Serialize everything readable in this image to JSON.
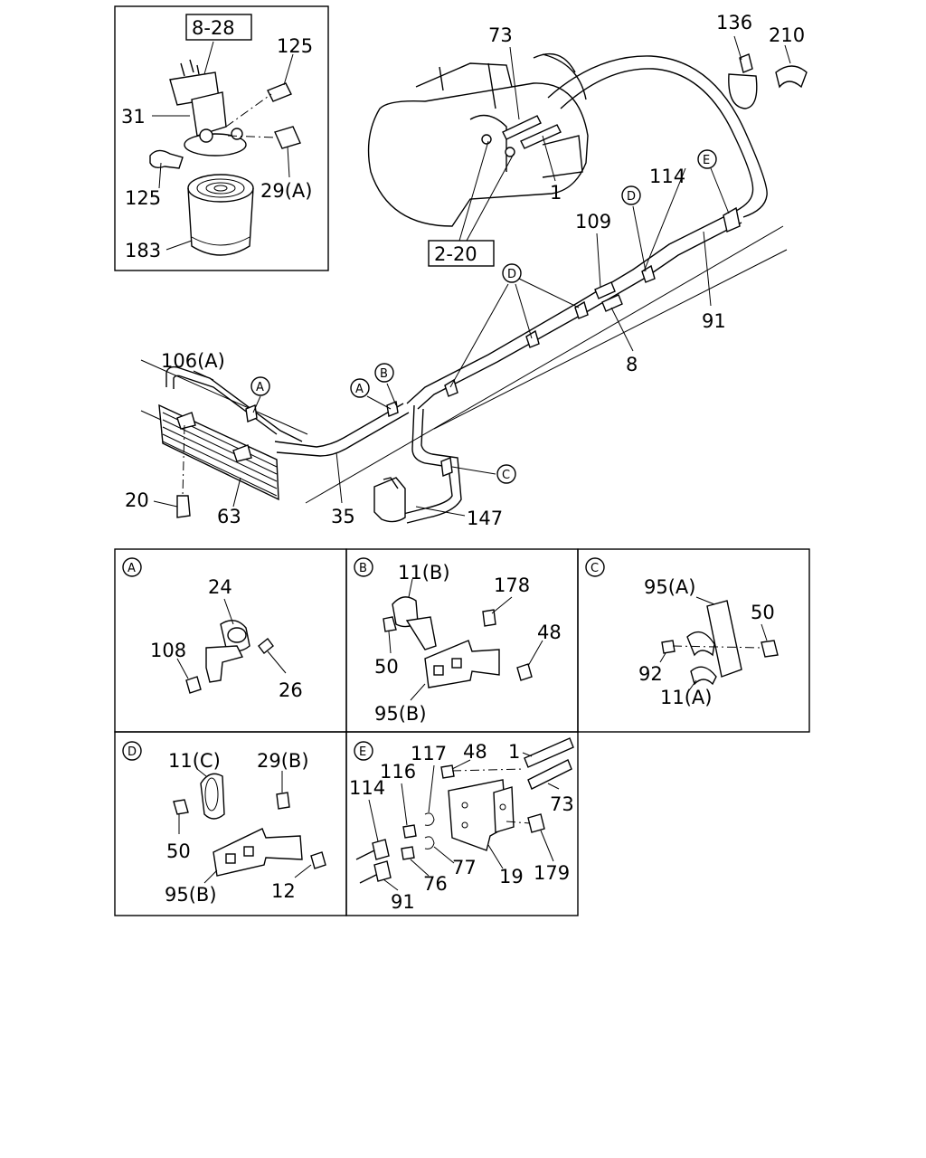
{
  "inset": {
    "ref_box": "8-28",
    "labels": {
      "p125_top": "125",
      "p31": "31",
      "p125_bottom": "125",
      "p29a": "29(A)",
      "p183": "183"
    }
  },
  "main": {
    "ref_box": "2-20",
    "labels": {
      "p73": "73",
      "p136": "136",
      "p210": "210",
      "p1": "1",
      "p114": "114",
      "p109": "109",
      "p91": "91",
      "p8": "8",
      "p106a": "106(A)",
      "p35": "35",
      "p20": "20",
      "p63": "63",
      "p147": "147"
    },
    "callouts": {
      "a1": "A",
      "a2": "A",
      "b": "B",
      "c": "C",
      "d1": "D",
      "d2": "D",
      "e": "E"
    }
  },
  "details": {
    "A": {
      "letter": "A",
      "labels": {
        "p24": "24",
        "p108": "108",
        "p26": "26"
      }
    },
    "B": {
      "letter": "B",
      "labels": {
        "p11b": "11(B)",
        "p178": "178",
        "p48": "48",
        "p50": "50",
        "p95b": "95(B)"
      }
    },
    "C": {
      "letter": "C",
      "labels": {
        "p95a": "95(A)",
        "p50": "50",
        "p92": "92",
        "p11a": "11(A)"
      }
    },
    "D": {
      "letter": "D",
      "labels": {
        "p11c": "11(C)",
        "p29b": "29(B)",
        "p50": "50",
        "p95b": "95(B)",
        "p12": "12"
      }
    },
    "E": {
      "letter": "E",
      "labels": {
        "p117": "117",
        "p48": "48",
        "p1": "1",
        "p116": "116",
        "p114": "114",
        "p73": "73",
        "p179": "179",
        "p77": "77",
        "p19": "19",
        "p76": "76",
        "p91": "91"
      }
    }
  }
}
